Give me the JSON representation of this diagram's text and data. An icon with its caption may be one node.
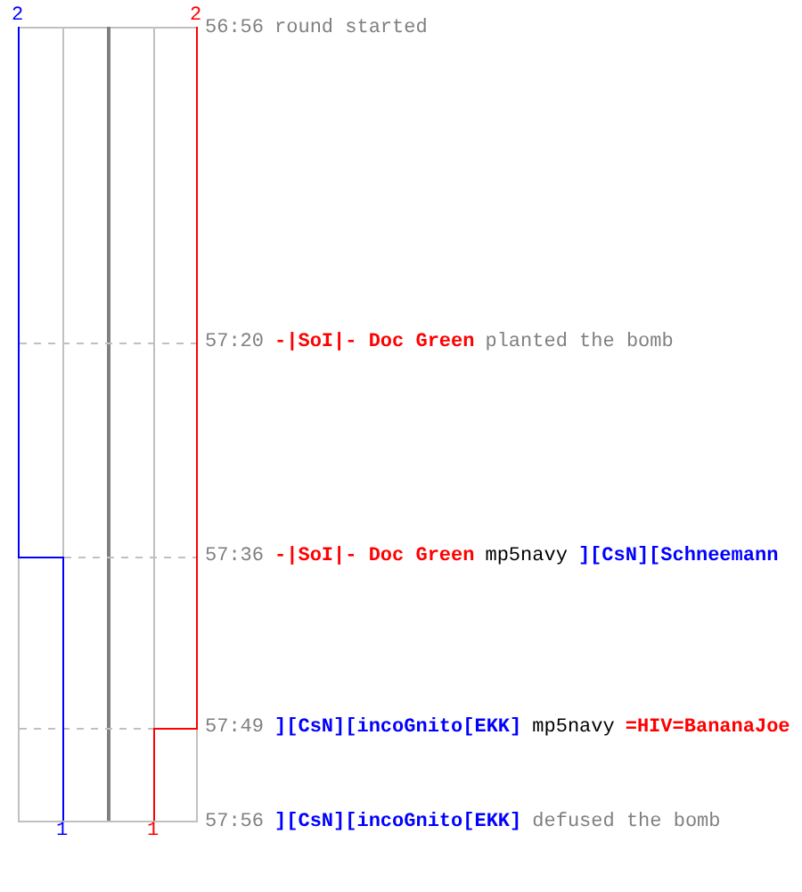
{
  "diagram": {
    "labels": [
      "2",
      "2",
      "56:56",
      "round started",
      "57:20",
      "-|SoI|- Doc Green",
      "planted the bomb",
      "57:36",
      "-|SoI|- Doc Green",
      "mp5navy",
      "][CsN][Schneemann",
      "57:49",
      "][CsN][incoGnito[EKK]",
      "mp5navy",
      "=HIV=BananaJoe",
      "57:56",
      "][CsN][incoGnito[EKK]",
      "defused the bomb",
      "1",
      "1"
    ]
  }
}
